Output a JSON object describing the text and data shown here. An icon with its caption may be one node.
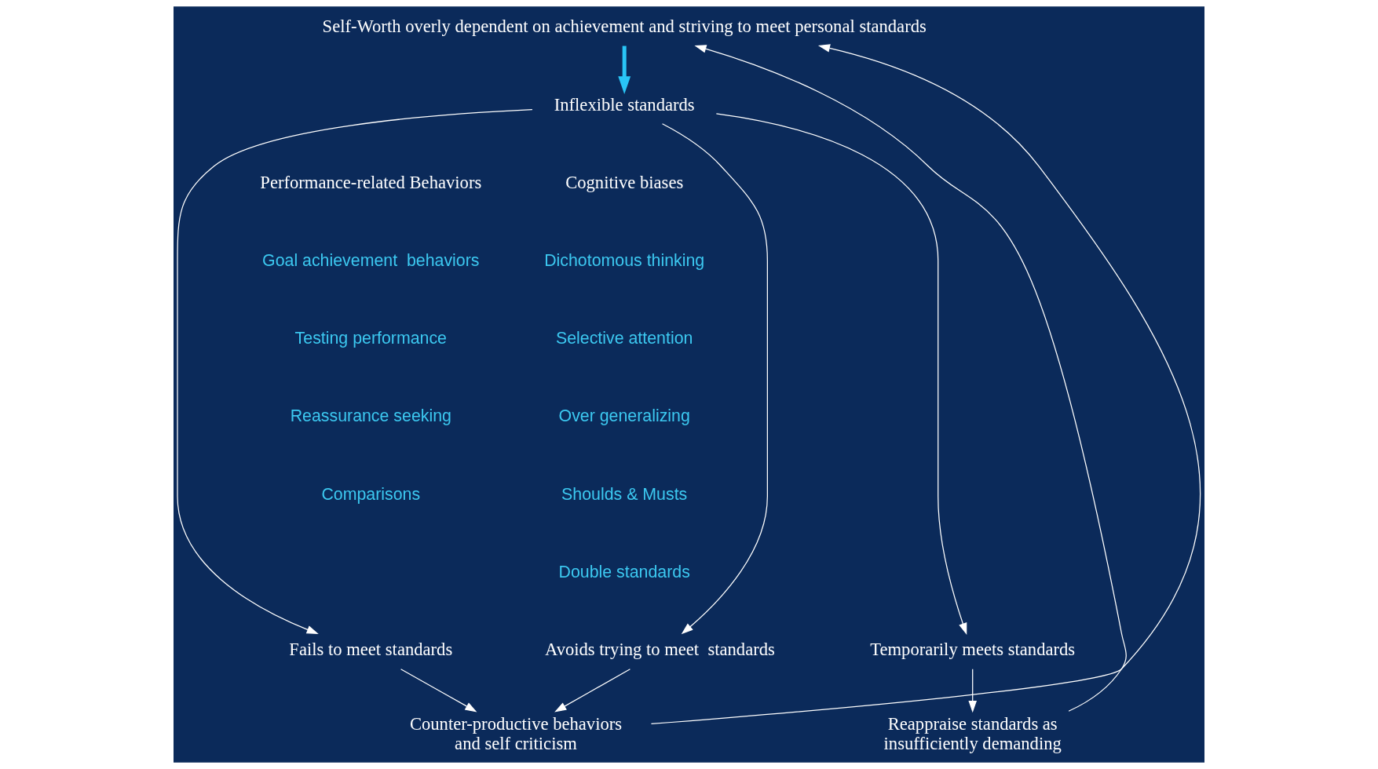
{
  "diagram": {
    "nodes": [
      {
        "text": [
          "Self-Worth overly dependent on achievement and striving to meet personal standards"
        ]
      },
      {
        "text": [
          "Inflexible standards"
        ]
      },
      {
        "text": [
          "Temporarily meets standards"
        ]
      },
      {
        "text": [
          "Fails to meet standards"
        ]
      },
      {
        "text": [
          "Avoids trying to meet  standards"
        ]
      },
      {
        "text": [
          "Reappraise standards as insufficiently demanding"
        ]
      },
      {
        "text": [
          "Counter-productive behaviors and self criticism"
        ]
      }
    ],
    "edges": [
      {
        "from": 0,
        "to": 1,
        "arrow": "to",
        "style": "thick",
        "color": "#29c5f6"
      },
      {
        "from": 1,
        "to": 2,
        "arrow": "to"
      },
      {
        "from": 1,
        "to": 3,
        "arrow": "to"
      },
      {
        "from": 1,
        "to": 4,
        "arrow": "to"
      },
      {
        "from": 2,
        "to": 5,
        "arrow": "to"
      },
      {
        "from": 3,
        "to": 6,
        "arrow": "to"
      },
      {
        "from": 4,
        "to": 6,
        "arrow": "to"
      },
      {
        "from": 5,
        "to": 0,
        "arrow": "to"
      },
      {
        "from": 6,
        "to": 0,
        "arrow": "to"
      }
    ],
    "labels": [
      "Cognitive biases",
      "Dichotomous thinking",
      "Selective attention",
      "Over generalizing",
      "Shoulds & Musts",
      "Double standards",
      "Performance-related Behaviors",
      "Goal achievement  behaviors",
      "Testing performance",
      "Reassurance seeking",
      "Comparisons"
    ]
  }
}
